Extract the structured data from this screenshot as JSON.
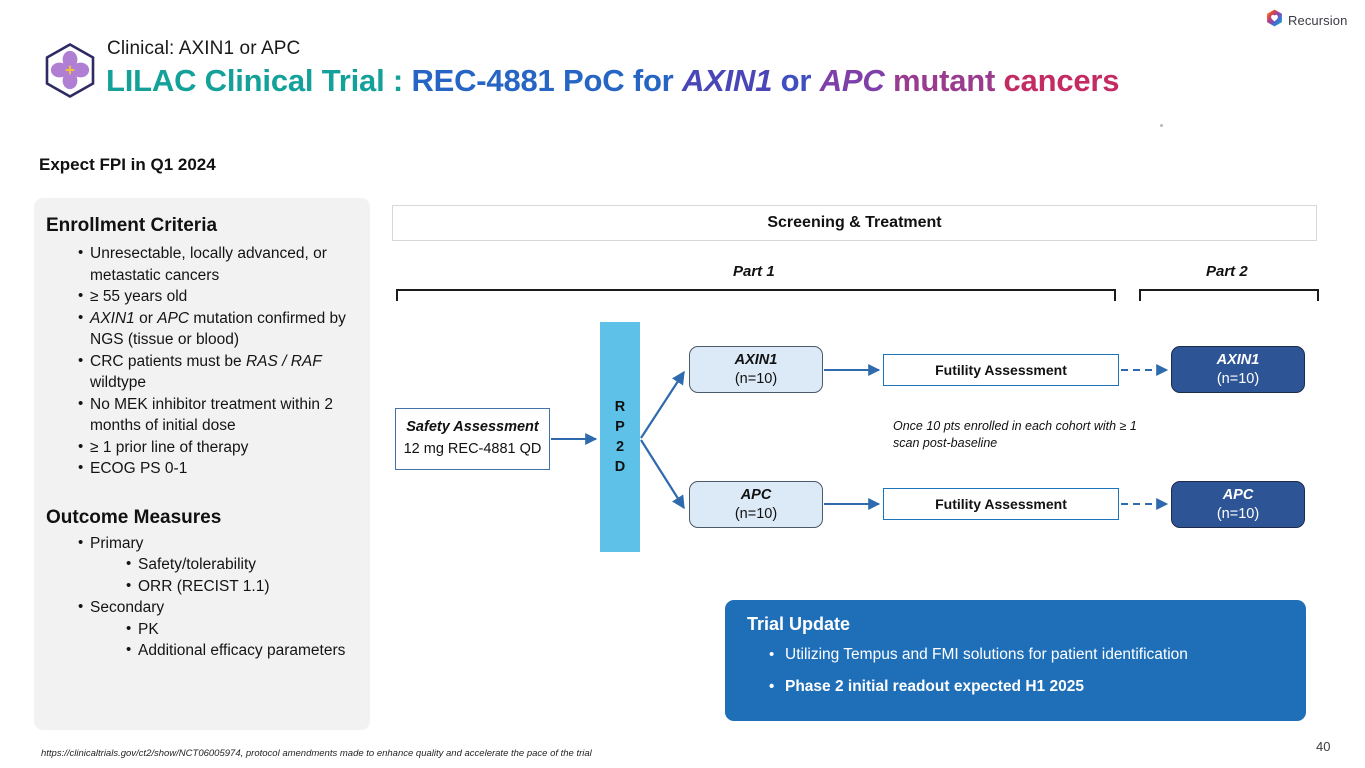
{
  "brand": {
    "name": "Recursion",
    "logo_icon": "recursion-hexagon-icon"
  },
  "header": {
    "eyebrow": "Clinical: AXIN1 or APC",
    "logo_icon": "lilac-flower-hexagon-icon",
    "title_segments": [
      {
        "text": "LILAC Clinical Trial : ",
        "color": "#14a19a",
        "style": "normal"
      },
      {
        "text": "REC-4881 PoC for ",
        "color": "#2765c4",
        "style": "normal"
      },
      {
        "text": "AXIN1",
        "color": "#4a46b8",
        "style": "italic"
      },
      {
        "text": " or ",
        "color": "#3f4fc0",
        "style": "normal"
      },
      {
        "text": "APC",
        "color": "#7e3fa8",
        "style": "italic"
      },
      {
        "text": " mutant ",
        "color": "#993c8e",
        "style": "normal"
      },
      {
        "text": "cancers",
        "color": "#c32c63",
        "style": "normal"
      }
    ],
    "title_plain": "LILAC Clinical Trial : REC-4881 PoC for AXIN1 or APC mutant cancers",
    "subheading": "Expect FPI in Q1 2024"
  },
  "left_panel": {
    "enrollment_heading": "Enrollment Criteria",
    "enrollment_items": [
      "Unresectable, locally advanced, or metastatic cancers",
      "≥ 55 years old",
      "AXIN1 or APC mutation confirmed by NGS (tissue or blood)",
      "CRC patients must be RAS / RAF wildtype",
      "No MEK inhibitor treatment within 2 months of initial dose",
      "≥ 1 prior line of therapy",
      "ECOG PS 0-1"
    ],
    "outcome_heading": "Outcome Measures",
    "outcome_groups": [
      {
        "label": "Primary",
        "items": [
          "Safety/tolerability",
          "ORR (RECIST 1.1)"
        ]
      },
      {
        "label": "Secondary",
        "items": [
          "PK",
          "Additional efficacy parameters"
        ]
      }
    ]
  },
  "diagram": {
    "screening_banner": "Screening & Treatment",
    "part1_label": "Part 1",
    "part2_label": "Part 2",
    "safety_box": {
      "title": "Safety Assessment",
      "detail": "12 mg REC-4881 QD"
    },
    "rp2d_letters": [
      "R",
      "P",
      "2",
      "D"
    ],
    "rp2d_label": "RP2D",
    "part1_cohorts": [
      {
        "gene": "AXIN1",
        "n": "(n=10)"
      },
      {
        "gene": "APC",
        "n": "(n=10)"
      }
    ],
    "futility_label": "Futility Assessment",
    "futility_note": "Once 10 pts enrolled in each cohort with ≥ 1 scan post-baseline",
    "part2_cohorts": [
      {
        "gene": "AXIN1",
        "n": "(n=10)"
      },
      {
        "gene": "APC",
        "n": "(n=10)"
      }
    ],
    "colors": {
      "rp2d_bar": "#5ec2e8",
      "cohort_fill": "#dce9f6",
      "part2_fill": "#2d5596",
      "futility_border": "#1c74bb",
      "arrow": "#2e6aad"
    }
  },
  "trial_update": {
    "heading": "Trial Update",
    "items": [
      {
        "text": "Utilizing Tempus and FMI solutions for patient identification",
        "bold": false
      },
      {
        "text": "Phase 2 initial readout expected H1 2025",
        "bold": true
      }
    ],
    "background": "#1f6fb8"
  },
  "footer": {
    "note": "https://clinicaltrials.gov/ct2/show/NCT06005974, protocol amendments made to enhance quality and accelerate the pace of the trial",
    "page_number": "40"
  }
}
